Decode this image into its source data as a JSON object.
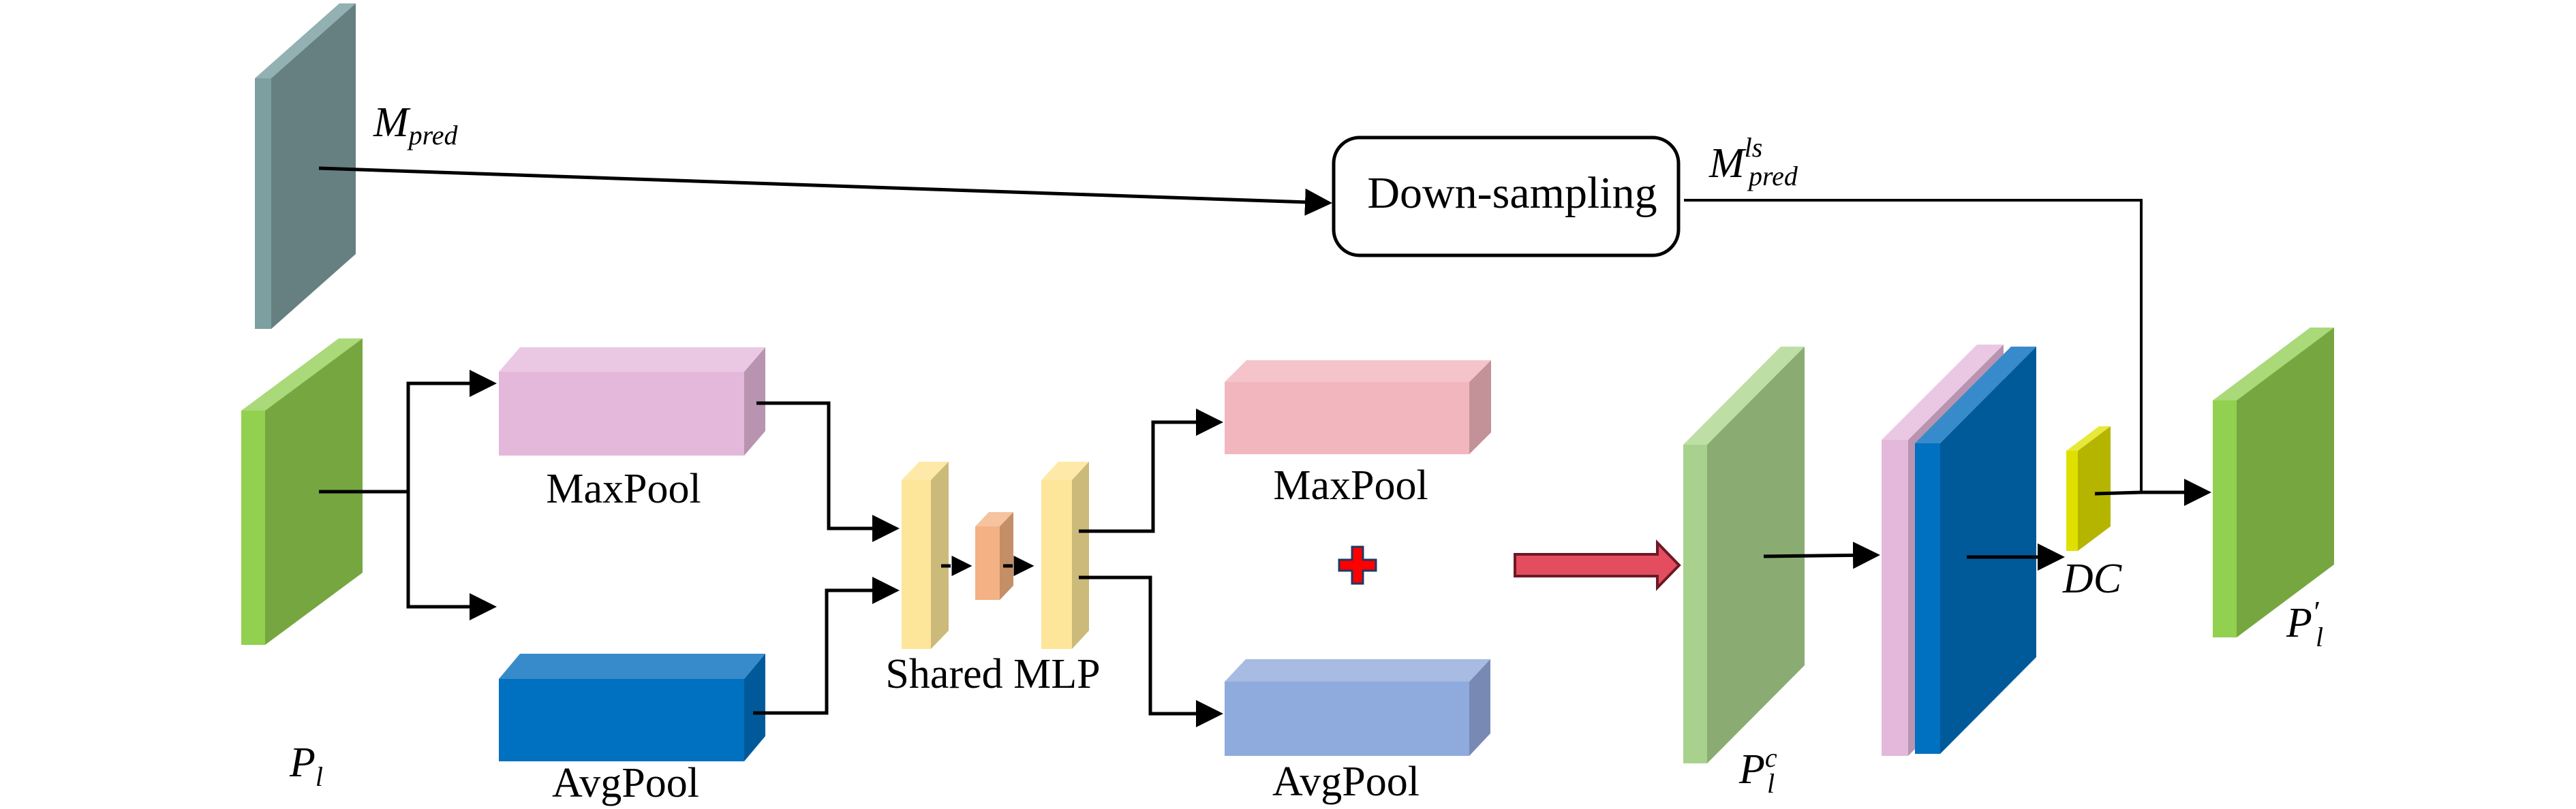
{
  "figure": {
    "type": "network-architecture-diagram",
    "nodes": {
      "m_pred": {
        "label_main": "M",
        "label_sub": "pred",
        "color_front": "#7c9fa0",
        "color_face": "#668081",
        "color_top": "#93b0b2"
      },
      "p_l": {
        "label_main": "P",
        "label_sub": "l",
        "color_front": "#92d050",
        "color_face": "#76a640",
        "color_top": "#a9d978"
      },
      "maxpool_left": {
        "label": "MaxPool",
        "color_front": "#e3b8db",
        "color_top": "#eac8e3",
        "color_side": "#b894b0"
      },
      "avgpool_left": {
        "label": "AvgPool",
        "color_front": "#0070c0",
        "color_top": "#378bcb",
        "color_side": "#005a9a"
      },
      "shared_mlp": {
        "label": "Shared MLP",
        "bar_front": "#fde699",
        "bar_top": "#fee9a8",
        "bar_side": "#cbba79",
        "mid_front": "#f4b183",
        "mid_top": "#f6c39f",
        "mid_side": "#c48e67"
      },
      "maxpool_right": {
        "label": "MaxPool",
        "color_front": "#f2b6bf",
        "color_top": "#f5c4cb",
        "color_side": "#c39198"
      },
      "avgpool_right": {
        "label": "AvgPool",
        "color_front": "#8faadc",
        "color_top": "#a7bbe3",
        "color_side": "#7889b4"
      },
      "plus": {
        "symbol": "+",
        "fill": "#ff0000",
        "stroke": "#203864"
      },
      "big_arrow": {
        "fill": "#e44d5f",
        "stroke": "#6b1a24"
      },
      "p_l_c": {
        "label_main": "P",
        "label_sub": "l",
        "label_sup": "c",
        "color_front": "#a9d18e",
        "color_face": "#8aac72",
        "color_top": "#bddfa5"
      },
      "concat_pink": {
        "color_front": "#e3b8db",
        "color_top": "#eac8e3",
        "color_side": "#b894b0"
      },
      "concat_blue": {
        "color_front": "#0070c0",
        "color_face": "#005a9a",
        "color_top": "#378bcb"
      },
      "dc": {
        "label": "DC",
        "color_front": "#e0e000",
        "color_face": "#b5b500",
        "color_top": "#e8e83a"
      },
      "downsampling": {
        "label": "Down-sampling"
      },
      "m_pred_ls": {
        "label_main": "M",
        "label_sub": "pred",
        "label_sup": "ls"
      },
      "p_l_prime": {
        "label_main": "P",
        "label_sub": "l",
        "label_prime": "′",
        "color_front": "#92d050",
        "color_face": "#76a640",
        "color_top": "#a9d978"
      }
    },
    "edges": [
      {
        "from": "m_pred",
        "to": "downsampling"
      },
      {
        "from": "downsampling",
        "to": "p_l_prime",
        "via": "junction-after-dc"
      },
      {
        "from": "p_l",
        "to": "maxpool_left"
      },
      {
        "from": "p_l",
        "to": "avgpool_left"
      },
      {
        "from": "maxpool_left",
        "to": "shared_mlp"
      },
      {
        "from": "avgpool_left",
        "to": "shared_mlp"
      },
      {
        "from": "shared_mlp",
        "to": "maxpool_right"
      },
      {
        "from": "shared_mlp",
        "to": "avgpool_right"
      },
      {
        "from": "sum",
        "to": "p_l_c",
        "style": "big-red-arrow"
      },
      {
        "from": "p_l_c",
        "to": "concat"
      },
      {
        "from": "concat",
        "to": "dc"
      },
      {
        "from": "dc",
        "to": "p_l_prime"
      }
    ]
  }
}
